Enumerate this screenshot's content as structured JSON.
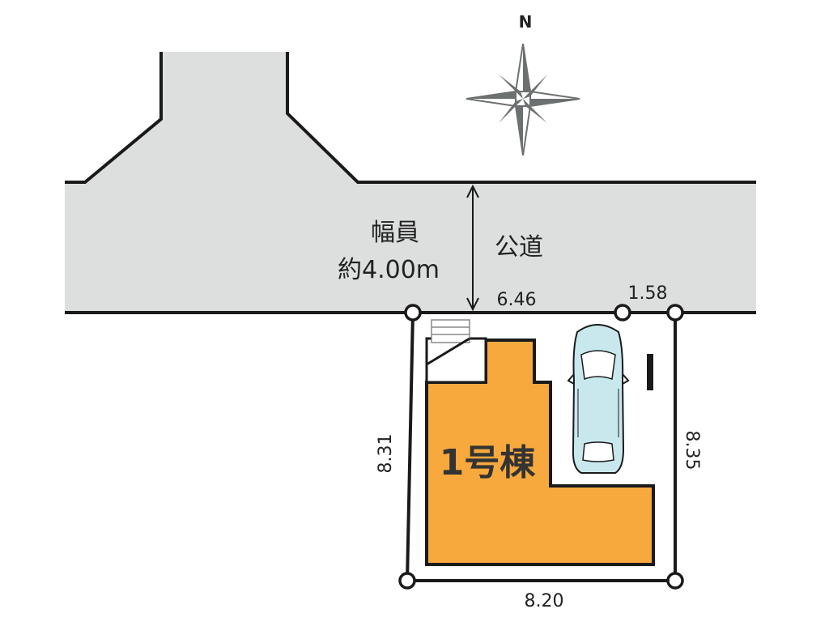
{
  "compass": {
    "north_label": "N",
    "icon": "compass-rose-icon"
  },
  "road": {
    "width_label_line1": "幅員",
    "width_label_line2": "約4.00m",
    "type_label": "公道"
  },
  "lot": {
    "frontage": "6.46",
    "frontage_extra": "1.58",
    "left_side": "8.31",
    "right_side": "8.35",
    "rear": "8.20"
  },
  "building": {
    "label": "1号棟"
  },
  "colors": {
    "road_fill": "#dddfdf",
    "building_fill": "#f7a93e",
    "car_fill": "#c9e8ee",
    "line": "#1a1a1a",
    "compass": "#6d7070"
  }
}
